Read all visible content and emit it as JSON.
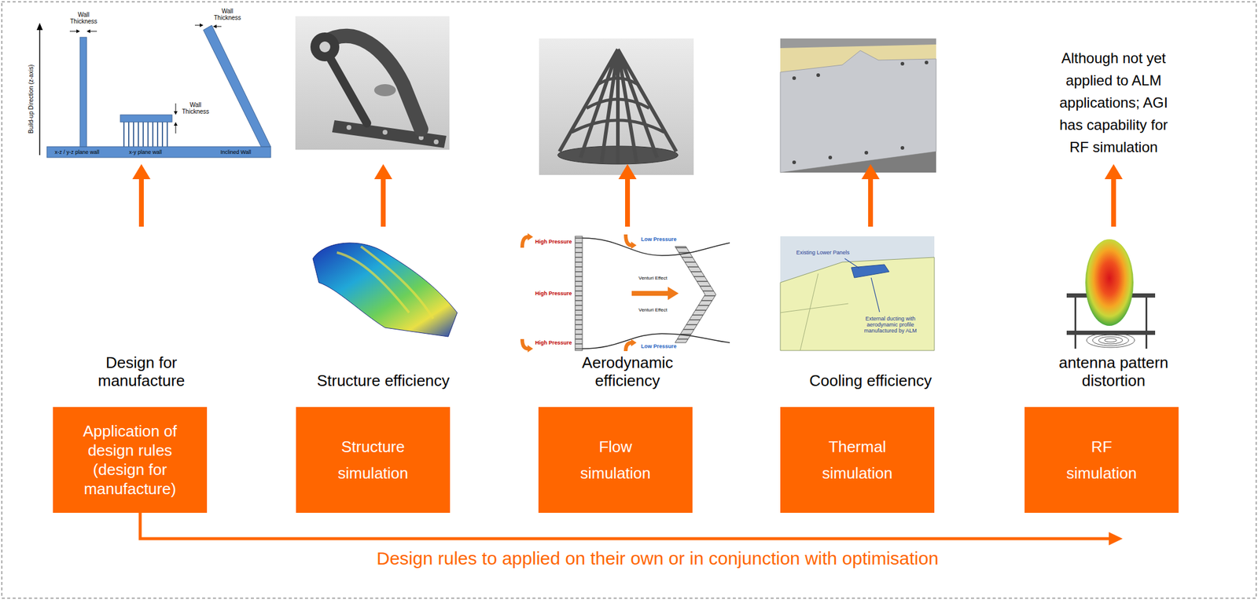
{
  "diagram": {
    "nodes": [
      {
        "text": [
          "Application of design rules (design for manufacture)"
        ]
      },
      {
        "text": [
          "Structure simulation"
        ]
      },
      {
        "text": [
          "Flow simulation"
        ]
      },
      {
        "text": [
          "Thermal simulation"
        ]
      },
      {
        "text": [
          "RF simulation"
        ]
      }
    ],
    "labels": [
      "Wall Thickness",
      "Wall Thickness",
      "Wall Thickness",
      "Build-up Direction (z-axis)",
      "x-z / y-z plane wall",
      "x-y plane wall",
      "Inclined Wall",
      "High Pressure",
      "High Pressure",
      "High Pressure",
      "Low Pressure",
      "Venturi Effect",
      "Venturi Effect",
      "Low Pressure",
      "Existing Lower Panels",
      "External ducting with aerodynamic profile manufactured by ALM",
      "Although not yet applied to ALM applications; AGI has capability for RF simulation",
      "Design for manufacture",
      "Structure efficiency",
      "Aerodynamic efficiency",
      "Cooling efficiency",
      "antenna pattern distortion",
      "Design rules to applied on their own or in conjunction with optimisation"
    ]
  }
}
